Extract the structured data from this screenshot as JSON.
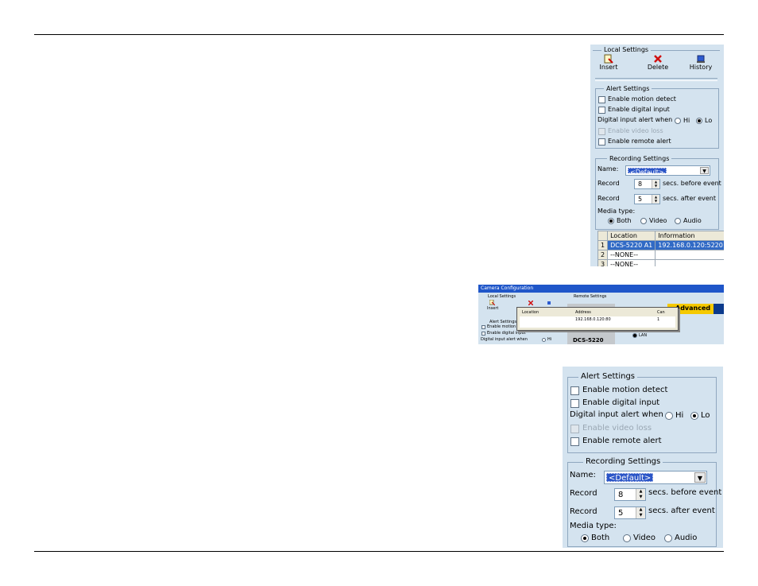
{
  "top_panel": {
    "local_settings": "Local Settings",
    "toolbar": {
      "insert": "Insert",
      "delete": "Delete",
      "history": "History"
    },
    "alert": {
      "title": "Alert Settings",
      "motion": "Enable motion detect",
      "digital": "Enable digital input",
      "alert_when": "Digital input alert when",
      "hi": "Hi",
      "lo": "Lo",
      "video_loss": "Enable video loss",
      "remote": "Enable remote alert"
    },
    "recording": {
      "title": "Recording Settings",
      "name_label": "Name:",
      "name_value": "<Default>",
      "record_label": "Record",
      "before_value": "8",
      "before_text": "secs. before event",
      "after_value": "5",
      "after_text": "secs. after event",
      "media_label": "Media type:",
      "both": "Both",
      "video": "Video",
      "audio": "Audio"
    },
    "table": {
      "headers": [
        "Location",
        "Information"
      ],
      "rows": [
        {
          "num": "1",
          "location": "DCS-5220  A1",
          "info": "192.168.0.120:5220"
        },
        {
          "num": "2",
          "location": "--NONE--",
          "info": ""
        },
        {
          "num": "3",
          "location": "--NONE--",
          "info": ""
        }
      ]
    }
  },
  "middle_screenshot": {
    "title": "Camera Configuration",
    "local_settings": "Local Settings",
    "remote_settings": "Remote Settings",
    "insert": "Insert",
    "alert_settings": "Alert Settings",
    "motion": "Enable motion detect",
    "digital": "Enable digital input",
    "alert_when": "Digital input alert when",
    "hi": "Hi",
    "popup_headers": [
      "Location",
      "Address",
      "Can"
    ],
    "popup_row": {
      "location": "",
      "address": "192.168.0.120:80",
      "can": "1"
    },
    "advanced_tab": "Advanced",
    "device": "DCS-5220",
    "lan": "LAN"
  },
  "bottom_panel": {
    "alert": {
      "title": "Alert Settings",
      "motion": "Enable motion detect",
      "digital": "Enable digital input",
      "alert_when": "Digital input alert when",
      "hi": "Hi",
      "lo": "Lo",
      "video_loss": "Enable video loss",
      "remote": "Enable remote alert"
    },
    "recording": {
      "title": "Recording Settings",
      "name_label": "Name:",
      "name_value": "<Default>",
      "record_label": "Record",
      "before_value": "8",
      "before_text": "secs. before event",
      "after_value": "5",
      "after_text": "secs. after event",
      "media_label": "Media type:",
      "both": "Both",
      "video": "Video",
      "audio": "Audio"
    }
  }
}
